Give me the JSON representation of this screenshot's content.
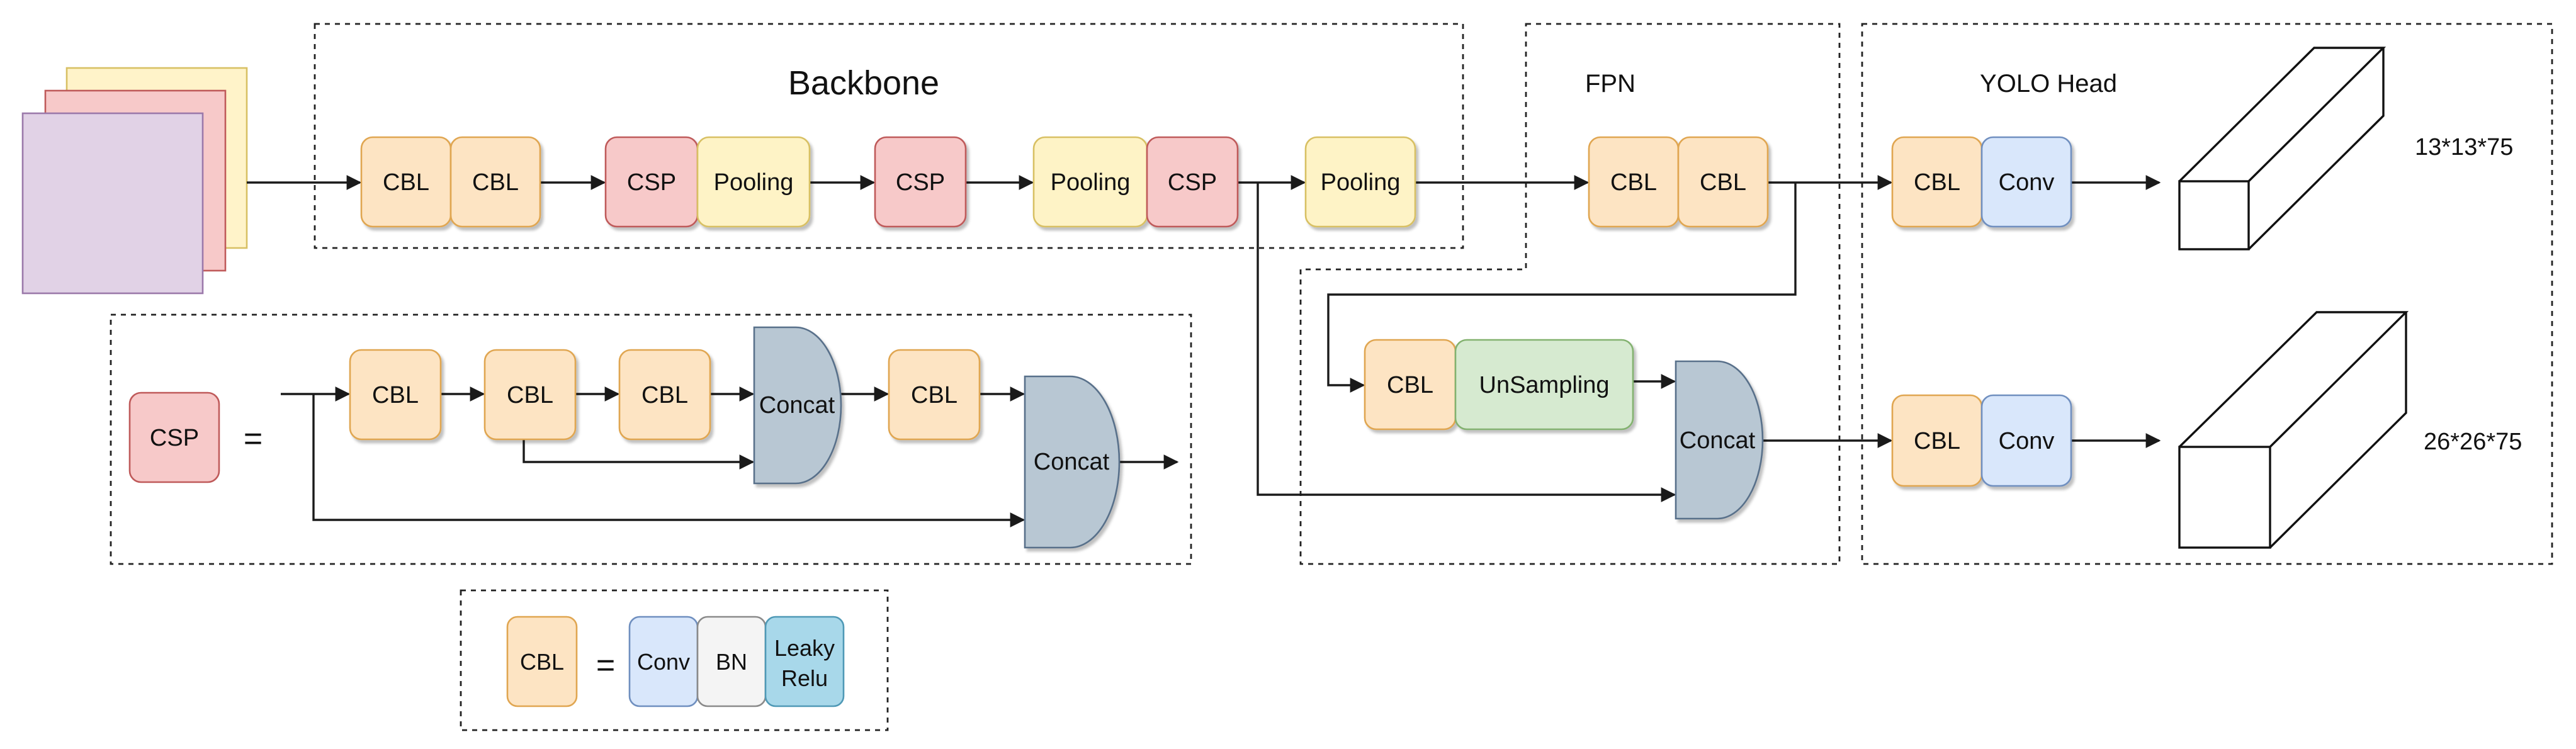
{
  "colors": {
    "cbl": {
      "fill": "#fde4c3",
      "stroke": "#e0a651"
    },
    "csp": {
      "fill": "#f7c9c9",
      "stroke": "#bf5a5a"
    },
    "pooling": {
      "fill": "#fef3c6",
      "stroke": "#d8c064"
    },
    "conv": {
      "fill": "#d9e7fb",
      "stroke": "#6f8fbf"
    },
    "upsampling": {
      "fill": "#d6ead0",
      "stroke": "#83b26f"
    },
    "concat": {
      "fill": "#b8c7d3",
      "stroke": "#58708a"
    },
    "bn": {
      "fill": "#f4f4f4",
      "stroke": "#8a8a8a"
    },
    "leaky": {
      "fill": "#a8d8ea",
      "stroke": "#4f99b6"
    },
    "input_layers": [
      "#fff3c9",
      "#f7c9c9",
      "#e1d2e6"
    ]
  },
  "sections": {
    "backbone": "Backbone",
    "fpn": "FPN",
    "yolo_head": "YOLO Head"
  },
  "labels": {
    "cbl": "CBL",
    "csp": "CSP",
    "pooling": "Pooling",
    "conv": "Conv",
    "concat": "Concat",
    "upsampling": "UnSampling",
    "bn": "BN",
    "leaky_1": "Leaky",
    "leaky_2": "Relu",
    "equals": "="
  },
  "outputs": {
    "large": "13*13*75",
    "small": "26*26*75"
  }
}
